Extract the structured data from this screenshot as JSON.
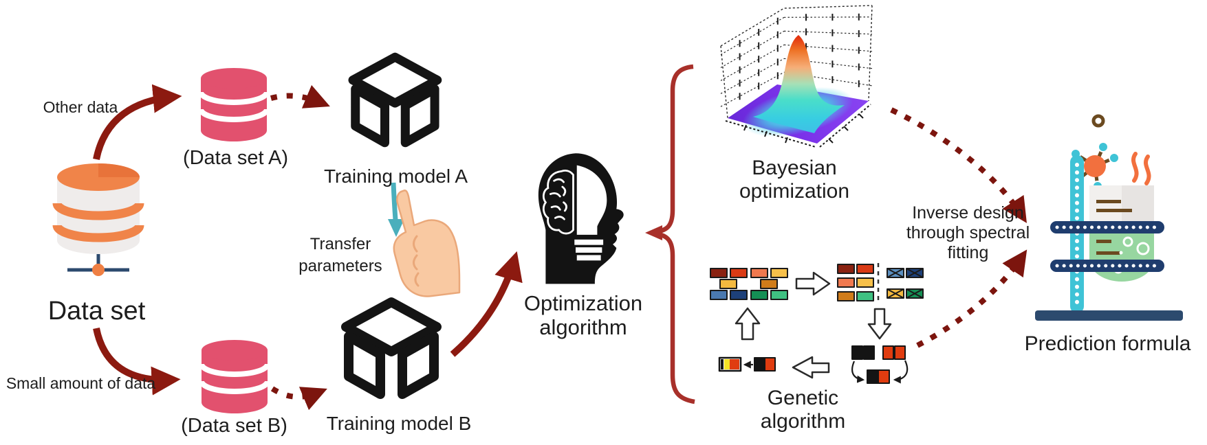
{
  "figure": {
    "type": "flow-diagram",
    "description": "Transfer-learning and optimization workflow from data sets through training models and optimization algorithms to a prediction formula"
  },
  "labels": {
    "other_data": "Other data",
    "small_data": "Small amount of data",
    "data_set": "Data set",
    "data_set_a": "(Data set A)",
    "data_set_b": "(Data set B)",
    "training_model_a": "Training model A",
    "training_model_b": "Training model B",
    "transfer_parameters": "Transfer parameters",
    "optimization_algorithm": "Optimization algorithm",
    "bayesian_optimization": "Bayesian optimization",
    "genetic_algorithm": "Genetic algorithm",
    "inverse_design": "Inverse design through spectral fitting",
    "prediction_formula": "Prediction formula"
  },
  "icons": {
    "data_set": "database-icon",
    "data_set_a": "database-icon",
    "data_set_b": "database-icon",
    "training_model_a": "cube-icon",
    "training_model_b": "cube-icon",
    "transfer_parameters": "pointing-hand-icon, down-arrow-icon",
    "optimization_algorithm": "head-brain-bulb-icon",
    "bayesian_optimization": "3d-surface-plot-icon",
    "genetic_algorithm": "chromosome-blocks-icon",
    "prediction_formula": "lab-stand-flask-icon"
  },
  "colors": {
    "solid_arrow": "#8c1a10",
    "dashed_arrow": "#7c150e",
    "brace": "#a8302a",
    "database_pink": "#e2516e",
    "database_orange": "#f08449",
    "database_body": "#efeceb",
    "teal_arrow": "#4aafbc",
    "hand_skin": "#f9c9a2",
    "icon_black": "#141414",
    "stand_teal": "#3fc3d6",
    "stand_navy": "#1f3d6e",
    "flask_green": "#97d6a0",
    "molecule_orange": "#f2703e"
  },
  "genetic_blocks": {
    "population_rows": [
      [
        "#8a2211",
        "#d93a15",
        "#f0794f",
        "#f7c04a"
      ],
      [
        "#f3b93f",
        "#d07c1a"
      ],
      [
        "#4a79b0",
        "#1d4079",
        "#149055",
        "#3fc182"
      ]
    ],
    "selected": [
      [
        "#8a2211",
        "#d93a15"
      ],
      [
        "#f0794f",
        "#f7c04a"
      ],
      [
        "#d07c1a",
        "#3fc182"
      ]
    ],
    "eliminated_crossed": [
      [
        "#5b8fc0",
        "#1d4079"
      ],
      [
        "#f3b93f",
        "#149055"
      ]
    ],
    "crossover_parents": [
      "#141414",
      "#e03c10"
    ],
    "crossover_child": [
      "#141414",
      "#e03c10"
    ],
    "mutation_blocks": [
      "#f5e327",
      "#e03c10",
      "#141414"
    ]
  }
}
